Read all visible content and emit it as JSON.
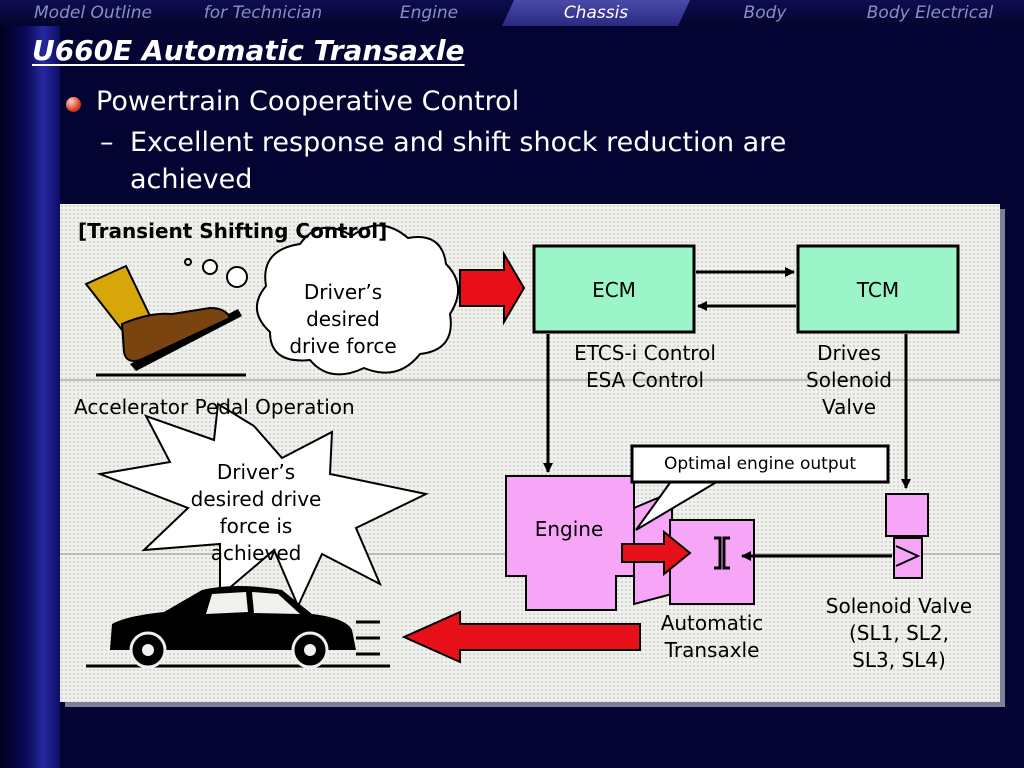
{
  "nav": {
    "tabs": [
      {
        "label": "Model Outline",
        "active": false
      },
      {
        "label": "for Technician",
        "active": false
      },
      {
        "label": "Engine",
        "active": false
      },
      {
        "label": "Chassis",
        "active": true
      },
      {
        "label": "Body",
        "active": false
      },
      {
        "label": "Body Electrical",
        "active": false
      }
    ]
  },
  "slide": {
    "title": "U660E Automatic Transaxle",
    "bullet_main": "Powertrain Cooperative Control",
    "bullet_sub_dash": "–",
    "bullet_sub_line1": "Excellent response and shift shock reduction are",
    "bullet_sub_line2": "achieved"
  },
  "diagram": {
    "heading": "[Transient Shifting Control]",
    "pedal_caption": "Accelerator Pedal Operation",
    "thought_bubble": [
      "Driver’s",
      "desired",
      "drive force"
    ],
    "burst_text": [
      "Driver’s",
      "desired drive",
      "force is",
      "achieved"
    ],
    "ecm_label": "ECM",
    "tcm_label": "TCM",
    "ecm_caption": [
      "ETCS-i Control",
      "ESA Control"
    ],
    "tcm_caption": [
      "Drives",
      "Solenoid",
      "Valve"
    ],
    "engine_label": "Engine",
    "callout_label": "Optimal engine output",
    "transaxle_caption": [
      "Automatic",
      "Transaxle"
    ],
    "solenoid_caption": [
      "Solenoid Valve",
      "(SL1, SL2,",
      "SL3, SL4)"
    ]
  },
  "colors": {
    "background": "#05053a",
    "ecu_box": "#9cf5c8",
    "engine_pink": "#f7a6f7",
    "arrow_red": "#e81018",
    "shoe_brown": "#7a4410",
    "pant_gold": "#d6a60a"
  },
  "icons": [
    "bullet-sphere-icon",
    "accelerator-pedal-foot-icon",
    "car-silhouette-icon",
    "speed-lines-icon",
    "clutch-symbol-icon"
  ]
}
